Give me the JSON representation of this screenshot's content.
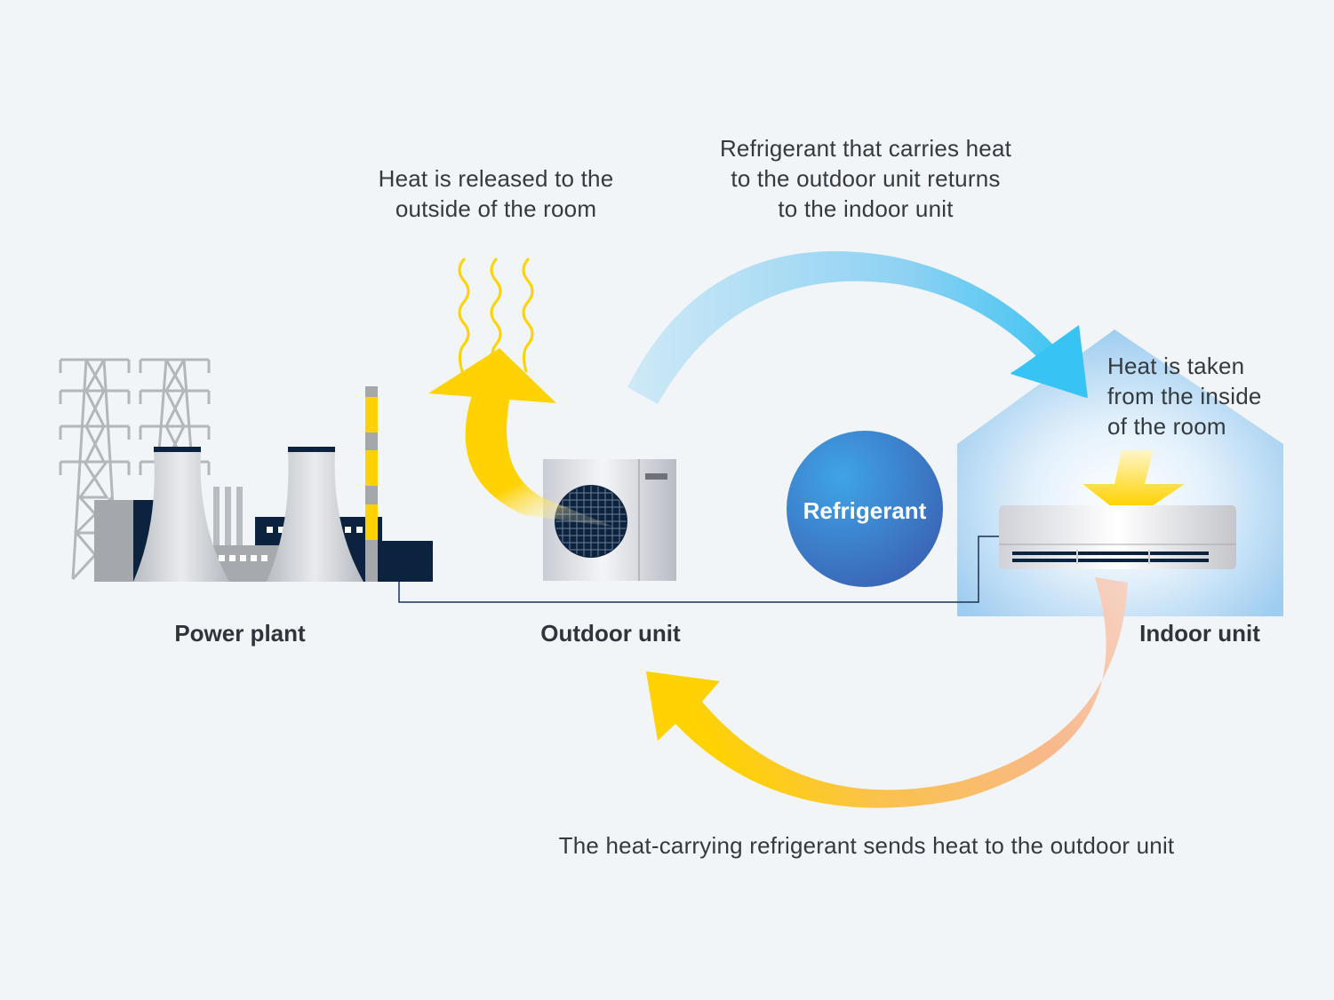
{
  "labels": {
    "power_plant": "Power plant",
    "outdoor_unit": "Outdoor unit",
    "indoor_unit": "Indoor unit",
    "refrigerant": "Refrigerant"
  },
  "captions": {
    "heat_released": [
      "Heat is released to the",
      "outside of the room"
    ],
    "refrigerant_returns": [
      "Refrigerant that carries heat",
      "to the outdoor unit returns",
      "to the indoor unit"
    ],
    "heat_taken": [
      "Heat is taken",
      "from the inside",
      "of the room"
    ],
    "heat_sent": "The heat-carrying refrigerant sends heat to the outdoor unit"
  },
  "colors": {
    "background": "#f2f5f8",
    "navy": "#0c2340",
    "yellow": "#ffd200",
    "blue_arrow": "#3ec3f0",
    "orange_arrow": "#f7b58c",
    "refrigerant_circle": "#2f8fd4"
  }
}
